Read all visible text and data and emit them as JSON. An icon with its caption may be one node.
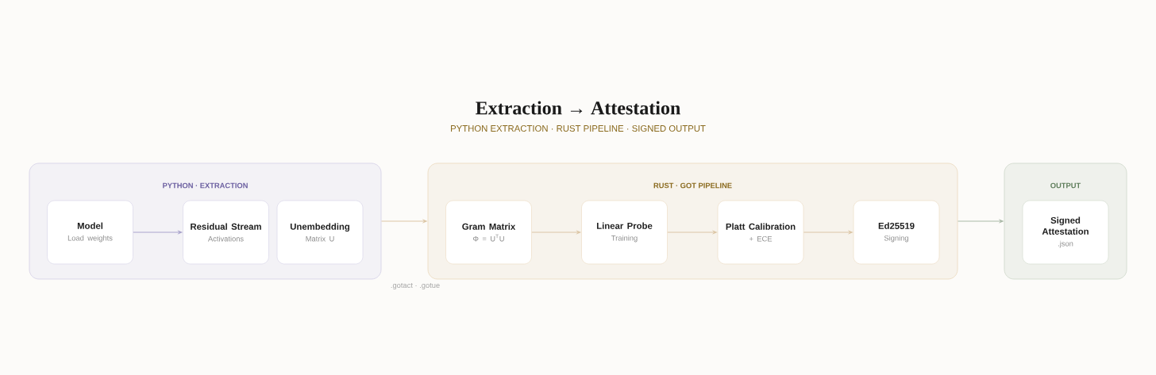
{
  "diagram": {
    "title": "Extraction → Attestation",
    "caption": "PYTHON EXTRACTION · RUST PIPELINE · SIGNED OUTPUT",
    "nodes": [
      {
        "text": [
          "PYTHON · EXTRACTION"
        ]
      },
      {
        "text": [
          "Model",
          "Load weights"
        ],
        "in": 0
      },
      {
        "text": [
          "Residual Stream",
          "Activations"
        ],
        "in": 0
      },
      {
        "text": [
          "Unembedding",
          "Matrix U"
        ],
        "in": 0
      },
      {
        "text": [
          "RUST · GOT PIPELINE"
        ]
      },
      {
        "text": [
          "Gram Matrix",
          "Φ = U$^{T}$U"
        ],
        "in": 4
      },
      {
        "text": [
          "Linear Probe",
          "Training"
        ],
        "in": 4
      },
      {
        "text": [
          "Platt Calibration",
          "+ ECE"
        ],
        "in": 4
      },
      {
        "text": [
          "Ed25519",
          "Signing"
        ],
        "in": 4
      },
      {
        "text": [
          "OUTPUT"
        ]
      },
      {
        "text": [
          "Signed Attestation",
          ".json"
        ],
        "in": 9
      }
    ],
    "edges": [
      {
        "from": 1,
        "to": 2,
        "arrow": "to",
        "color": "#aaa4cc"
      },
      {
        "from": 0,
        "to": 4,
        "arrow": "to"
      },
      {
        "from": 5,
        "to": 6,
        "arrow": "to"
      },
      {
        "from": 6,
        "to": 7,
        "arrow": "to"
      },
      {
        "from": 7,
        "to": 8,
        "arrow": "to"
      },
      {
        "from": 4,
        "to": 9,
        "arrow": "to",
        "color": "#aab9a7"
      }
    ],
    "labels": [
      ".gotact · .gotue"
    ]
  }
}
